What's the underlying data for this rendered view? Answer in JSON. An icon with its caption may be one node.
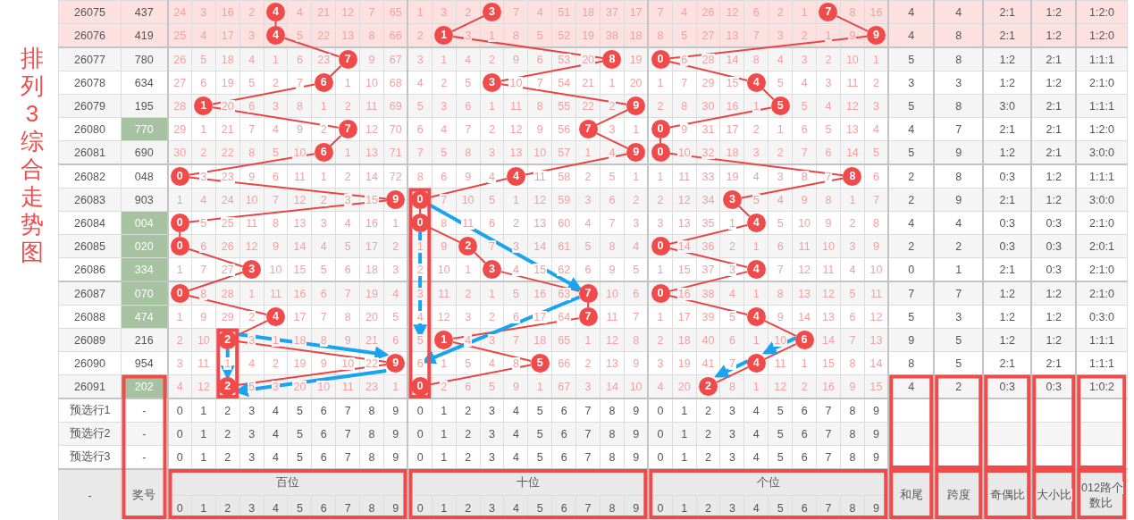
{
  "diagram": {
    "title": "排列3综合走势图",
    "nodes": [
      {
        "text": [
          "4"
        ]
      },
      {
        "text": [
          "3"
        ]
      },
      {
        "text": [
          "7"
        ]
      },
      {
        "text": [
          "4"
        ]
      },
      {
        "text": [
          "1"
        ]
      },
      {
        "text": [
          "9"
        ]
      },
      {
        "text": [
          "7"
        ]
      },
      {
        "text": [
          "8"
        ]
      },
      {
        "text": [
          "0"
        ]
      },
      {
        "text": [
          "6"
        ]
      },
      {
        "text": [
          "3"
        ]
      },
      {
        "text": [
          "4"
        ]
      },
      {
        "text": [
          "1"
        ]
      },
      {
        "text": [
          "9"
        ]
      },
      {
        "text": [
          "5"
        ]
      },
      {
        "text": [
          "7"
        ]
      },
      {
        "text": [
          "7"
        ]
      },
      {
        "text": [
          "0"
        ]
      },
      {
        "text": [
          "6"
        ]
      },
      {
        "text": [
          "9"
        ]
      },
      {
        "text": [
          "0"
        ]
      },
      {
        "text": [
          "0"
        ]
      },
      {
        "text": [
          "4"
        ]
      },
      {
        "text": [
          "8"
        ]
      },
      {
        "text": [
          "9"
        ]
      },
      {
        "text": [
          "0"
        ]
      },
      {
        "text": [
          "3"
        ]
      },
      {
        "text": [
          "0"
        ]
      },
      {
        "text": [
          "0"
        ]
      },
      {
        "text": [
          "4"
        ]
      },
      {
        "text": [
          "0"
        ]
      },
      {
        "text": [
          "2"
        ]
      },
      {
        "text": [
          "0"
        ]
      },
      {
        "text": [
          "3"
        ]
      },
      {
        "text": [
          "3"
        ]
      },
      {
        "text": [
          "4"
        ]
      },
      {
        "text": [
          "0"
        ]
      },
      {
        "text": [
          "7"
        ]
      },
      {
        "text": [
          "0"
        ]
      },
      {
        "text": [
          "4"
        ]
      },
      {
        "text": [
          "7"
        ]
      },
      {
        "text": [
          "4"
        ]
      },
      {
        "text": [
          "2"
        ]
      },
      {
        "text": [
          "1"
        ]
      },
      {
        "text": [
          "6"
        ]
      },
      {
        "text": [
          "9"
        ]
      },
      {
        "text": [
          "5"
        ]
      },
      {
        "text": [
          "4"
        ]
      },
      {
        "text": [
          "2"
        ]
      },
      {
        "text": [
          "0"
        ]
      },
      {
        "text": [
          "2"
        ]
      },
      {
        "text": [
          "5"
        ]
      },
      {
        "text": [
          "6"
        ]
      }
    ],
    "edges": [
      {
        "from": 0,
        "to": 3,
        "arrow": "none"
      },
      {
        "from": 3,
        "to": 6,
        "arrow": "none"
      },
      {
        "from": 6,
        "to": 9,
        "arrow": "none"
      },
      {
        "from": 9,
        "to": 12,
        "arrow": "none"
      },
      {
        "from": 12,
        "to": 15,
        "arrow": "none"
      },
      {
        "from": 15,
        "to": 18,
        "arrow": "none"
      },
      {
        "from": 18,
        "to": 21,
        "arrow": "none"
      },
      {
        "from": 21,
        "to": 24,
        "arrow": "none"
      },
      {
        "from": 24,
        "to": 27,
        "arrow": "none"
      },
      {
        "from": 27,
        "to": 30,
        "arrow": "none"
      },
      {
        "from": 30,
        "to": 33,
        "arrow": "none"
      },
      {
        "from": 33,
        "to": 36,
        "arrow": "none"
      },
      {
        "from": 36,
        "to": 39,
        "arrow": "none"
      },
      {
        "from": 39,
        "to": 42,
        "arrow": "none"
      },
      {
        "from": 42,
        "to": 45,
        "arrow": "none"
      },
      {
        "from": 45,
        "to": 48,
        "arrow": "none"
      },
      {
        "from": 1,
        "to": 4,
        "arrow": "none"
      },
      {
        "from": 4,
        "to": 7,
        "arrow": "none"
      },
      {
        "from": 7,
        "to": 10,
        "arrow": "none"
      },
      {
        "from": 10,
        "to": 13,
        "arrow": "none"
      },
      {
        "from": 13,
        "to": 16,
        "arrow": "none"
      },
      {
        "from": 16,
        "to": 19,
        "arrow": "none"
      },
      {
        "from": 19,
        "to": 22,
        "arrow": "none"
      },
      {
        "from": 22,
        "to": 25,
        "arrow": "none"
      },
      {
        "from": 25,
        "to": 28,
        "arrow": "none"
      },
      {
        "from": 28,
        "to": 31,
        "arrow": "none"
      },
      {
        "from": 31,
        "to": 34,
        "arrow": "none"
      },
      {
        "from": 34,
        "to": 37,
        "arrow": "none"
      },
      {
        "from": 37,
        "to": 40,
        "arrow": "none"
      },
      {
        "from": 40,
        "to": 43,
        "arrow": "none"
      },
      {
        "from": 43,
        "to": 46,
        "arrow": "none"
      },
      {
        "from": 46,
        "to": 49,
        "arrow": "none"
      },
      {
        "from": 2,
        "to": 5,
        "arrow": "none"
      },
      {
        "from": 5,
        "to": 8,
        "arrow": "none"
      },
      {
        "from": 8,
        "to": 11,
        "arrow": "none"
      },
      {
        "from": 11,
        "to": 14,
        "arrow": "none"
      },
      {
        "from": 14,
        "to": 17,
        "arrow": "none"
      },
      {
        "from": 17,
        "to": 20,
        "arrow": "none"
      },
      {
        "from": 20,
        "to": 23,
        "arrow": "none"
      },
      {
        "from": 23,
        "to": 26,
        "arrow": "none"
      },
      {
        "from": 26,
        "to": 29,
        "arrow": "none"
      },
      {
        "from": 29,
        "to": 32,
        "arrow": "none"
      },
      {
        "from": 32,
        "to": 35,
        "arrow": "none"
      },
      {
        "from": 35,
        "to": 38,
        "arrow": "none"
      },
      {
        "from": 38,
        "to": 41,
        "arrow": "none"
      },
      {
        "from": 41,
        "to": 44,
        "arrow": "none"
      },
      {
        "from": 44,
        "to": 47,
        "arrow": "none"
      },
      {
        "from": 47,
        "to": 50,
        "arrow": "none"
      },
      {
        "from": 25,
        "to": 37,
        "arrow": "to",
        "style": "thick",
        "color": "#1aa3f0"
      },
      {
        "from": 28,
        "to": 51,
        "arrow": "to",
        "style": "thick",
        "color": "#1aa3f0"
      },
      {
        "from": 37,
        "to": 52,
        "arrow": "to",
        "style": "thick",
        "color": "#1aa3f0"
      },
      {
        "from": 42,
        "to": 45,
        "arrow": "to",
        "style": "thick",
        "color": "#1aa3f0"
      },
      {
        "from": 45,
        "to": 48,
        "arrow": "to",
        "style": "thick",
        "color": "#1aa3f0"
      },
      {
        "from": 42,
        "to": 48,
        "arrow": "to",
        "style": "thick",
        "color": "#1aa3f0"
      },
      {
        "from": 44,
        "to": 47,
        "arrow": "to",
        "style": "thick",
        "color": "#1aa3f0"
      },
      {
        "from": 47,
        "to": 50,
        "arrow": "to",
        "style": "thick",
        "color": "#1aa3f0"
      }
    ],
    "labels": [
      "26075",
      "437",
      "24",
      "3",
      "16",
      "2",
      "4",
      "21",
      "12",
      "7",
      "65",
      "1",
      "3",
      "2",
      "7",
      "4",
      "51",
      "18",
      "37",
      "17",
      "7",
      "4",
      "26",
      "12",
      "6",
      "2",
      "1",
      "8",
      "16",
      "4",
      "4",
      "2:1",
      "1:2",
      "1:2:0",
      "26076",
      "419",
      "25",
      "4",
      "17",
      "3",
      "5",
      "22",
      "13",
      "8",
      "66",
      "2",
      "3",
      "1",
      "8",
      "5",
      "52",
      "19",
      "38",
      "18",
      "8",
      "5",
      "27",
      "13",
      "7",
      "3",
      "2",
      "1",
      "9",
      "4",
      "8",
      "2:1",
      "1:2",
      "1:2:0",
      "26077",
      "780",
      "26",
      "5",
      "18",
      "4",
      "1",
      "6",
      "23",
      "9",
      "67",
      "3",
      "1",
      "4",
      "2",
      "9",
      "6",
      "53",
      "20",
      "19",
      "6",
      "28",
      "14",
      "8",
      "4",
      "3",
      "2",
      "10",
      "1",
      "5",
      "8",
      "1:2",
      "2:1",
      "1:1:1",
      "26078",
      "634",
      "27",
      "6",
      "19",
      "5",
      "2",
      "7",
      "1",
      "10",
      "68",
      "4",
      "2",
      "5",
      "10",
      "7",
      "54",
      "21",
      "1",
      "20",
      "1",
      "7",
      "29",
      "15",
      "5",
      "4",
      "3",
      "11",
      "2",
      "3",
      "3",
      "1:2",
      "1:2",
      "2:1:0",
      "26079",
      "195",
      "28",
      "20",
      "6",
      "3",
      "8",
      "1",
      "2",
      "11",
      "69",
      "5",
      "3",
      "6",
      "1",
      "11",
      "8",
      "55",
      "22",
      "2",
      "2",
      "8",
      "30",
      "16",
      "1",
      "5",
      "4",
      "12",
      "3",
      "5",
      "8",
      "3:0",
      "2:1",
      "1:1:1",
      "26080",
      "770",
      "29",
      "1",
      "21",
      "7",
      "4",
      "9",
      "2",
      "12",
      "70",
      "6",
      "4",
      "7",
      "2",
      "12",
      "9",
      "56",
      "3",
      "1",
      "9",
      "31",
      "17",
      "2",
      "1",
      "6",
      "5",
      "13",
      "4",
      "4",
      "7",
      "2:1",
      "2:1",
      "1:2:0",
      "26081",
      "690",
      "30",
      "2",
      "22",
      "8",
      "5",
      "10",
      "1",
      "13",
      "71",
      "7",
      "5",
      "8",
      "3",
      "13",
      "10",
      "57",
      "1",
      "4",
      "10",
      "32",
      "18",
      "3",
      "2",
      "7",
      "6",
      "14",
      "5",
      "5",
      "9",
      "1:2",
      "2:1",
      "3:0:0",
      "26082",
      "048",
      "3",
      "23",
      "9",
      "6",
      "11",
      "1",
      "2",
      "14",
      "72",
      "8",
      "6",
      "9",
      "4",
      "11",
      "58",
      "2",
      "5",
      "1",
      "1",
      "11",
      "33",
      "19",
      "4",
      "3",
      "8",
      "7",
      "6",
      "2",
      "8",
      "0:3",
      "1:2",
      "1:1:1",
      "26083",
      "903",
      "1",
      "4",
      "24",
      "10",
      "7",
      "12",
      "2",
      "3",
      "15",
      "7",
      "10",
      "5",
      "1",
      "12",
      "59",
      "3",
      "6",
      "2",
      "2",
      "12",
      "34",
      "5",
      "4",
      "9",
      "8",
      "1",
      "7",
      "2",
      "9",
      "2:1",
      "1:2",
      "3:0:0",
      "26084",
      "004",
      "5",
      "25",
      "11",
      "8",
      "13",
      "3",
      "4",
      "16",
      "1",
      "8",
      "11",
      "6",
      "2",
      "13",
      "60",
      "4",
      "7",
      "3",
      "3",
      "13",
      "35",
      "1",
      "5",
      "10",
      "9",
      "2",
      "8",
      "4",
      "4",
      "0:3",
      "0:3",
      "2:1:0",
      "26085",
      "020",
      "6",
      "26",
      "12",
      "9",
      "14",
      "4",
      "5",
      "17",
      "2",
      "1",
      "9",
      "7",
      "3",
      "14",
      "61",
      "5",
      "8",
      "4",
      "14",
      "36",
      "2",
      "1",
      "6",
      "11",
      "10",
      "3",
      "9",
      "2",
      "2",
      "0:3",
      "0:3",
      "2:0:1",
      "26086",
      "334",
      "1",
      "7",
      "27",
      "10",
      "15",
      "5",
      "6",
      "18",
      "3",
      "2",
      "10",
      "1",
      "4",
      "15",
      "62",
      "6",
      "9",
      "5",
      "1",
      "15",
      "37",
      "3",
      "7",
      "12",
      "11",
      "4",
      "10",
      "0",
      "1",
      "2:1",
      "0:3",
      "2:1:0",
      "26087",
      "070",
      "8",
      "28",
      "1",
      "11",
      "16",
      "6",
      "7",
      "19",
      "4",
      "3",
      "11",
      "2",
      "1",
      "5",
      "16",
      "63",
      "10",
      "6",
      "16",
      "38",
      "4",
      "1",
      "8",
      "13",
      "12",
      "5",
      "11",
      "7",
      "7",
      "1:2",
      "1:2",
      "2:1:0",
      "26088",
      "474",
      "1",
      "9",
      "29",
      "2",
      "17",
      "7",
      "8",
      "20",
      "5",
      "4",
      "12",
      "3",
      "2",
      "6",
      "17",
      "64",
      "11",
      "7",
      "1",
      "17",
      "39",
      "5",
      "9",
      "14",
      "13",
      "6",
      "12",
      "5",
      "3",
      "1:2",
      "1:2",
      "0:3:0",
      "26089",
      "216",
      "2",
      "10",
      "3",
      "1",
      "18",
      "8",
      "9",
      "21",
      "6",
      "4",
      "3",
      "7",
      "18",
      "65",
      "1",
      "12",
      "8",
      "2",
      "18",
      "40",
      "6",
      "1",
      "10",
      "14",
      "7",
      "13",
      "9",
      "5",
      "1:2",
      "1:2",
      "1:1:1",
      "26090",
      "954",
      "3",
      "11",
      "1",
      "4",
      "2",
      "19",
      "9",
      "10",
      "22",
      "1",
      "5",
      "4",
      "8",
      "66",
      "2",
      "13",
      "9",
      "3",
      "19",
      "41",
      "7",
      "11",
      "1",
      "15",
      "8",
      "14",
      "8",
      "5",
      "2:1",
      "2:1",
      "1:1:1",
      "26091",
      "202",
      "4",
      "12",
      "5",
      "3",
      "20",
      "10",
      "11",
      "23",
      "1",
      "2",
      "6",
      "5",
      "9",
      "1",
      "67",
      "3",
      "14",
      "10",
      "4",
      "20",
      "8",
      "1",
      "12",
      "2",
      "16",
      "9",
      "15",
      "4",
      "2",
      "0:3",
      "0:3",
      "1:0:2",
      "预选行1",
      "-",
      "0",
      "1",
      "2",
      "3",
      "4",
      "5",
      "6",
      "7",
      "8",
      "9",
      "0",
      "1",
      "2",
      "3",
      "4",
      "5",
      "6",
      "7",
      "8",
      "9",
      "0",
      "1",
      "2",
      "3",
      "4",
      "5",
      "6",
      "7",
      "8",
      "9",
      "预选行2",
      "-",
      "0",
      "1",
      "2",
      "3",
      "4",
      "5",
      "6",
      "7",
      "8",
      "9",
      "0",
      "1",
      "2",
      "3",
      "4",
      "5",
      "6",
      "7",
      "8",
      "9",
      "0",
      "1",
      "2",
      "3",
      "4",
      "5",
      "6",
      "7",
      "8",
      "9",
      "预选行3",
      "-",
      "0",
      "1",
      "2",
      "3",
      "4",
      "5",
      "6",
      "7",
      "8",
      "9",
      "0",
      "1",
      "2",
      "3",
      "4",
      "5",
      "6",
      "7",
      "8",
      "9",
      "0",
      "1",
      "2",
      "3",
      "4",
      "5",
      "6",
      "7",
      "8",
      "9",
      "-",
      "奖号",
      "百位",
      "十位",
      "个位",
      "和尾",
      "跨度",
      "奇偶比",
      "大小比",
      "012路个数比",
      "0",
      "1",
      "2",
      "3",
      "4",
      "5",
      "6",
      "7",
      "8",
      "9",
      "0",
      "1",
      "2",
      "3",
      "4",
      "5",
      "6",
      "7",
      "8",
      "9",
      "0",
      "1",
      "2",
      "3",
      "4",
      "5",
      "6",
      "7",
      "8",
      "9"
    ]
  }
}
